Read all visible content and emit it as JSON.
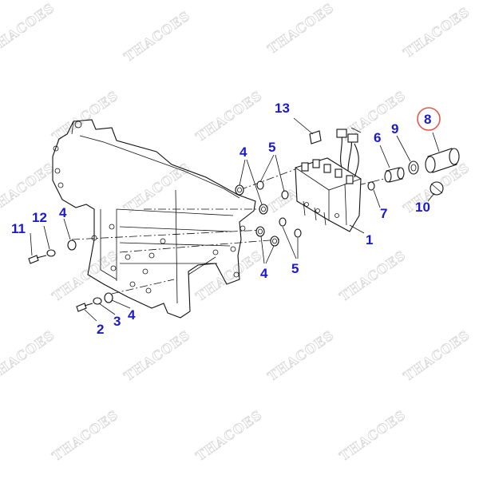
{
  "watermark_text": "THACOES",
  "callouts": [
    {
      "id": "1",
      "label": "1"
    },
    {
      "id": "2",
      "label": "2"
    },
    {
      "id": "3",
      "label": "3"
    },
    {
      "id": "4a",
      "label": "4"
    },
    {
      "id": "4b",
      "label": "4"
    },
    {
      "id": "4c",
      "label": "4"
    },
    {
      "id": "4d",
      "label": "4"
    },
    {
      "id": "5a",
      "label": "5"
    },
    {
      "id": "5b",
      "label": "5"
    },
    {
      "id": "6",
      "label": "6"
    },
    {
      "id": "7",
      "label": "7"
    },
    {
      "id": "8",
      "label": "8",
      "highlighted": true
    },
    {
      "id": "9",
      "label": "9"
    },
    {
      "id": "10",
      "label": "10"
    },
    {
      "id": "11",
      "label": "11"
    },
    {
      "id": "12",
      "label": "12"
    },
    {
      "id": "13",
      "label": "13"
    }
  ],
  "colors": {
    "callout_text": "#1a1acc",
    "highlight_ring": "#e05a4a",
    "line_art": "#111111",
    "watermark": "#d6d6d6"
  }
}
